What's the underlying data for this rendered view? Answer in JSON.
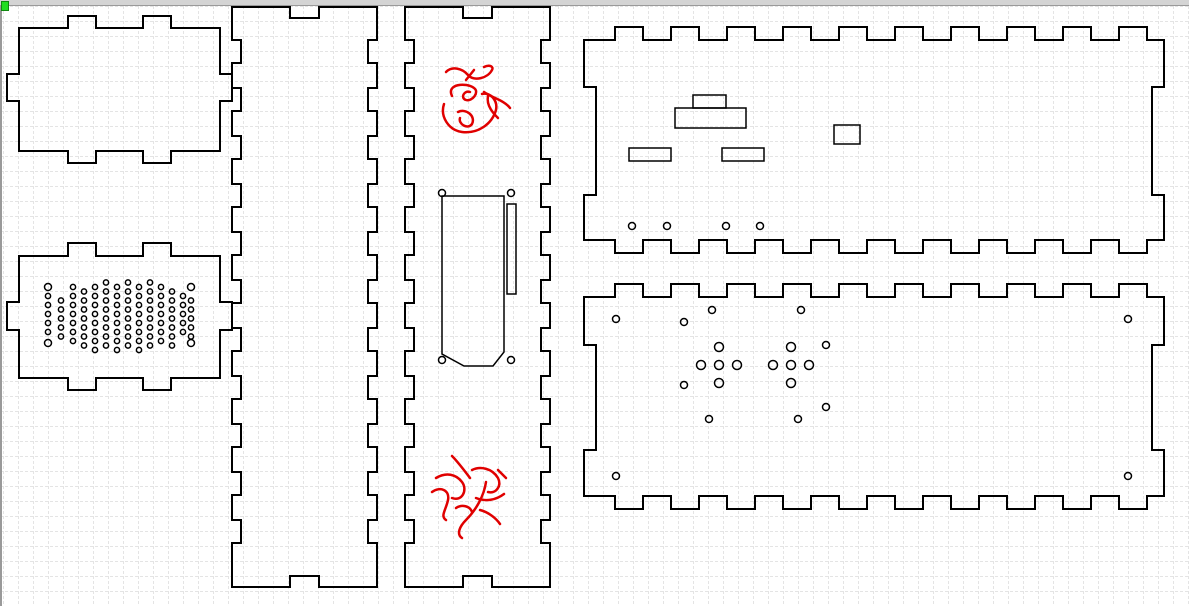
{
  "canvas": {
    "background": "#ffffff",
    "grid_color": "#c8c8c8",
    "cut_color": "#000000",
    "engrave_color": "#e00000",
    "origin_marker_color": "#22dd22"
  },
  "panels": [
    {
      "id": "top-left-end-panel",
      "kind": "end-panel"
    },
    {
      "id": "speaker-end-panel",
      "kind": "end-panel",
      "feature": "speaker-hole-grid"
    },
    {
      "id": "plain-side-panel",
      "kind": "side-panel"
    },
    {
      "id": "engraved-side-panel",
      "kind": "side-panel",
      "feature": "red-engraving"
    },
    {
      "id": "top-right-panel",
      "kind": "lid-panel",
      "feature": "cutouts"
    },
    {
      "id": "bottom-right-panel",
      "kind": "base-panel",
      "feature": "mounting-holes"
    }
  ]
}
